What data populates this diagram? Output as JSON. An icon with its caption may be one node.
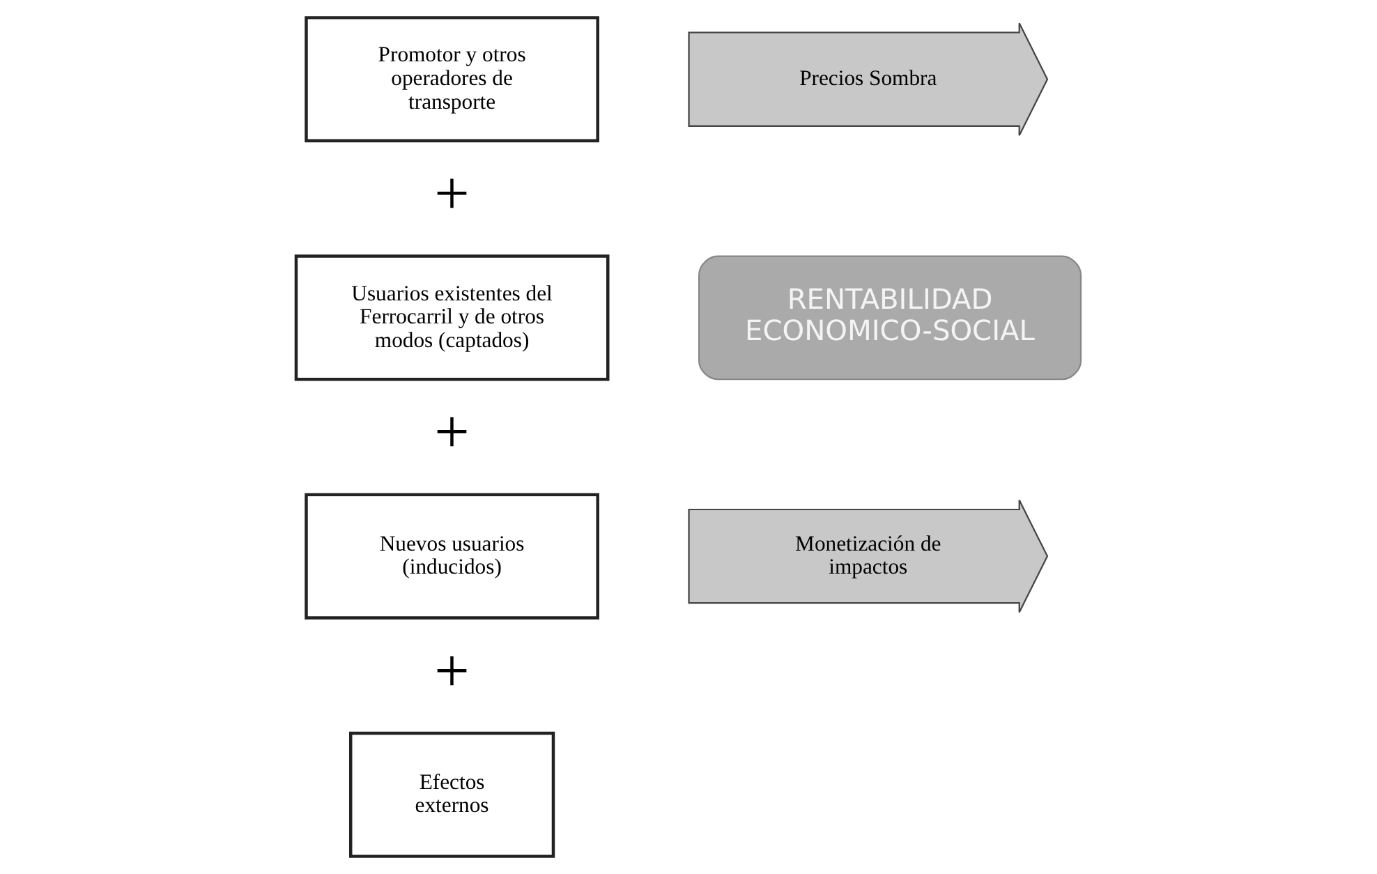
{
  "diagram": {
    "nodes": [
      {
        "text": [
          "Promotor y otros operadores de transporte"
        ]
      },
      {
        "text": [
          "Usuarios existentes del Ferrocarril y de otros modos (captados)"
        ]
      },
      {
        "text": [
          "Nuevos usuarios (inducidos)"
        ]
      },
      {
        "text": [
          "Efectos externos"
        ]
      },
      {
        "text": [
          "Precios Sombra"
        ]
      },
      {
        "text": [
          "Monetización de impactos"
        ]
      },
      {
        "text": [
          "RENTABILIDAD ECONOMICO-SOCIAL"
        ]
      }
    ],
    "labels": [
      "+",
      "+",
      "+"
    ]
  }
}
